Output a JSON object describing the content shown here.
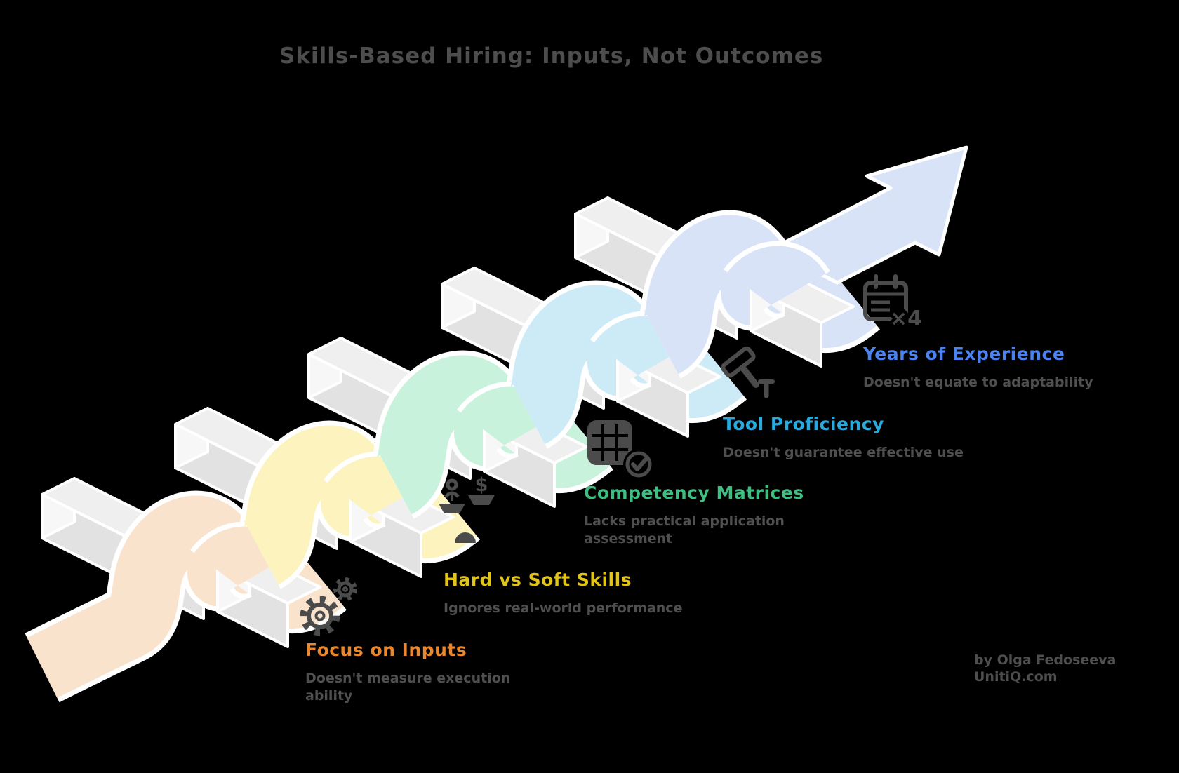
{
  "title": "Skills-Based Hiring: Inputs, Not Outcomes",
  "steps": [
    {
      "label": "Focus on Inputs",
      "description": "Doesn't measure execution ability",
      "label_color": "#e8872e",
      "ribbon_color": "#fae3cd",
      "icon": "gears-icon"
    },
    {
      "label": "Hard vs Soft Skills",
      "description": "Ignores real-world performance",
      "label_color": "#e0c418",
      "ribbon_color": "#fcf3bf",
      "icon": "balance-scale-icon"
    },
    {
      "label": "Competency Matrices",
      "description": "Lacks practical application assessment",
      "label_color": "#3fbe81",
      "ribbon_color": "#c9f2dd",
      "icon": "grid-check-icon"
    },
    {
      "label": "Tool Proficiency",
      "description": "Doesn't guarantee effective use",
      "label_color": "#2aa9dd",
      "ribbon_color": "#cdebf7",
      "icon": "hammer-icon"
    },
    {
      "label": "Years of Experience",
      "description": "Doesn't equate to adaptability",
      "label_color": "#4a83f0",
      "ribbon_color": "#d9e3f8",
      "icon": "calendar-x4-icon"
    }
  ],
  "calendar_badge": "×4",
  "scale_dollar": "$",
  "attribution": {
    "byline": "by Olga Fedoseeva",
    "site": "UnitiQ.com"
  },
  "colors": {
    "background": "#000000",
    "beam_top": "#efefef",
    "beam_side": "#e2e2e2",
    "beam_end": "#f7f7f7",
    "outline": "#ffffff",
    "icon": "#4b4b4b",
    "text_muted": "#4f4f4f",
    "title_text": "#4d4d4d"
  }
}
